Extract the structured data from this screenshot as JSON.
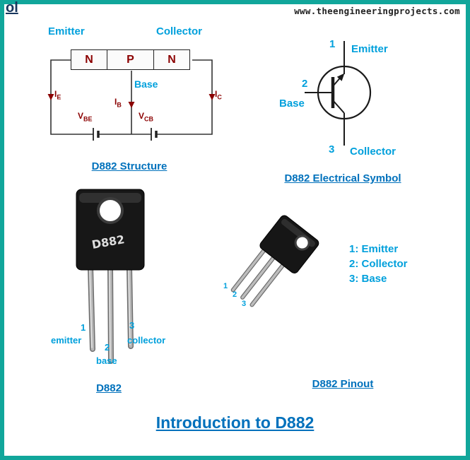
{
  "page": {
    "corner_text": "ol",
    "site_url": "www.theengineeringprojects.com",
    "main_title": "Introduction to D882"
  },
  "colors": {
    "border_teal": "#11a69b",
    "heading_blue": "#0071bc",
    "label_blue": "#00a0dc",
    "dark_red": "#8b0000",
    "url_text": "#222222"
  },
  "structure": {
    "title": "D882 Structure",
    "emitter": "Emitter",
    "collector": "Collector",
    "base": "Base",
    "regions": [
      "N",
      "P",
      "N"
    ],
    "currents": [
      {
        "main": "I",
        "sub": "E"
      },
      {
        "main": "I",
        "sub": "B"
      },
      {
        "main": "I",
        "sub": "C"
      }
    ],
    "voltages": [
      {
        "main": "V",
        "sub": "BE"
      },
      {
        "main": "V",
        "sub": "CB"
      }
    ]
  },
  "symbol": {
    "title": "D882 Electrical Symbol",
    "pins": [
      {
        "number": "1",
        "label": "Emitter"
      },
      {
        "number": "2",
        "label": "Base"
      },
      {
        "number": "3",
        "label": "Collector"
      }
    ]
  },
  "photo": {
    "title": "D882",
    "marking": "D882",
    "pins": [
      {
        "number": "1",
        "label": "emitter"
      },
      {
        "number": "2",
        "label": "base"
      },
      {
        "number": "3",
        "label": "collector"
      }
    ]
  },
  "pinout": {
    "title": "D882 Pinout",
    "numbers": [
      "1",
      "2",
      "3"
    ],
    "legend": [
      "1: Emitter",
      "2: Collector",
      "3: Base"
    ]
  }
}
